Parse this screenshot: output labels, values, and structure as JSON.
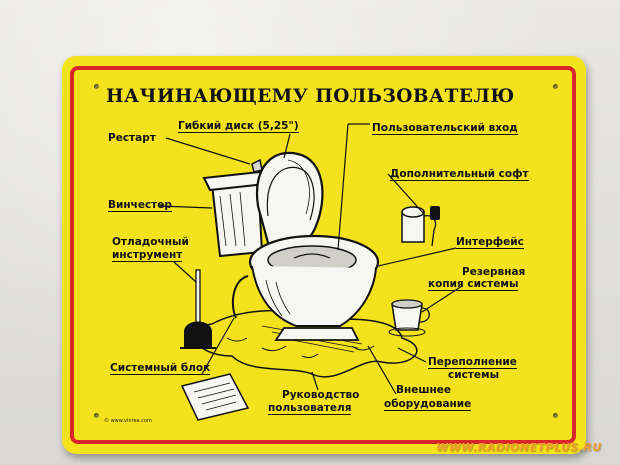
{
  "sign": {
    "title": "НАЧИНАЮЩЕМУ ПОЛЬЗОВАТЕЛЮ",
    "colors": {
      "background": "#f3e21c",
      "border": "#d8262a",
      "ink": "#111111"
    },
    "labels": {
      "restart": "Рестарт",
      "floppy": "Гибкий диск (5,25\")",
      "user_login": "Пользовательский вход",
      "extra_soft": "Дополнительный софт",
      "hdd": "Винчестер",
      "debug_tool_line1": "Отладочный",
      "debug_tool_line2": "инструмент",
      "interface": "Интерфейс",
      "backup_line1": "Резервная",
      "backup_line2": "копия системы",
      "system_unit": "Системный блок",
      "overflow_line1": "Переполнение",
      "overflow_line2": "системы",
      "manual_line1": "Руководство",
      "manual_line2": "пользователя",
      "external_line1": "Внешнее",
      "external_line2": "оборудование"
    },
    "copyright": "© www.vinrea.com",
    "icons": [
      "toilet-illustration",
      "toilet-paper-icon",
      "plunger-icon",
      "cup-icon",
      "newspaper-icon",
      "puddle-icon"
    ]
  },
  "watermark": "WWW.RADIONETPLUS.RU"
}
